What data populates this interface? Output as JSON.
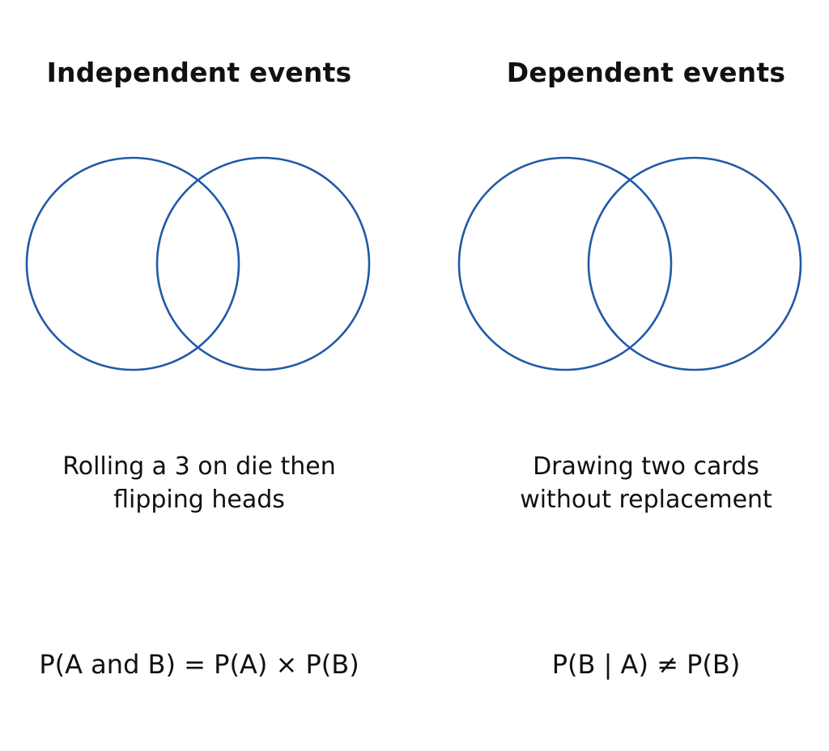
{
  "independent": {
    "title": "Independent events",
    "caption_line1": "Rolling a 3 on die then",
    "caption_line2": "flipping heads",
    "formula": "P(A and B) = P(A) × P(B)"
  },
  "dependent": {
    "title": "Dependent events",
    "caption_line1": "Drawing two cards",
    "caption_line2": "without replacement",
    "formula": "P(B | A) ≠ P(B)"
  },
  "colors": {
    "circle_stroke": "#1f5aa6",
    "text": "#111111"
  }
}
